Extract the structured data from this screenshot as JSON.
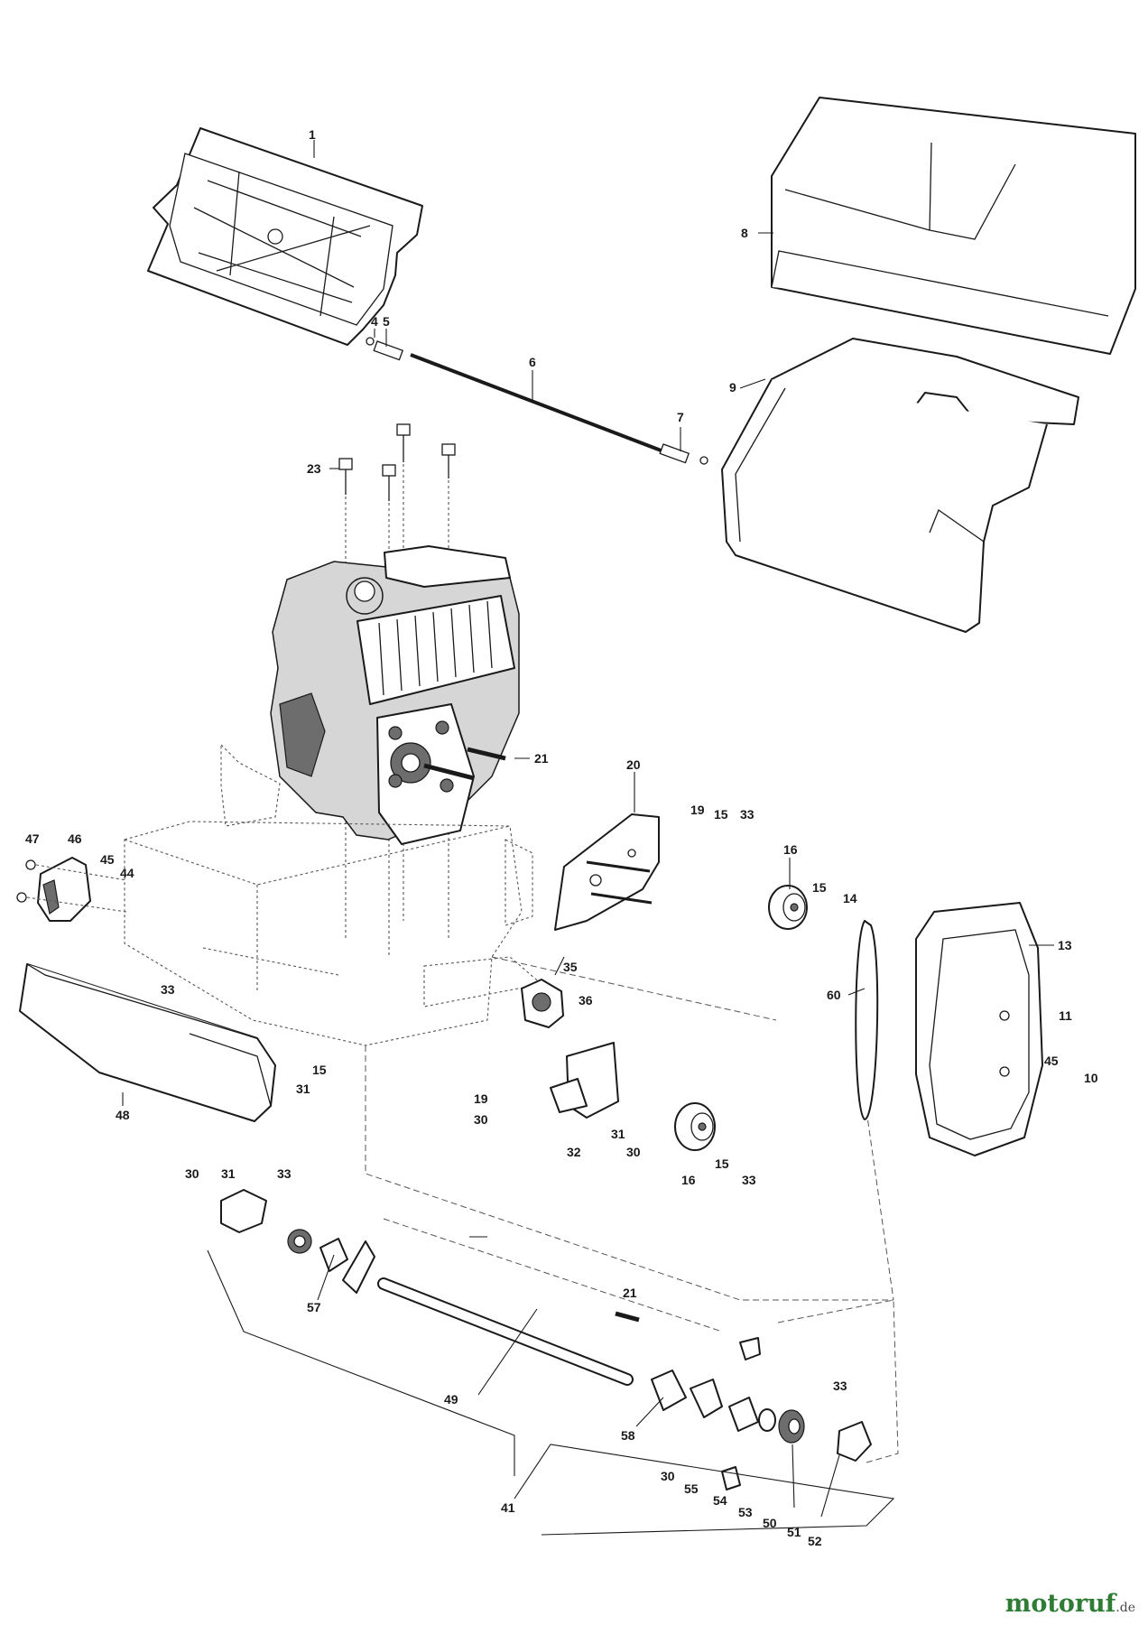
{
  "diagram": {
    "callouts": [
      {
        "id": "c1",
        "text": "1"
      },
      {
        "id": "c4",
        "text": "4"
      },
      {
        "id": "c5",
        "text": "5"
      },
      {
        "id": "c6",
        "text": "6"
      },
      {
        "id": "c7",
        "text": "7"
      },
      {
        "id": "c8",
        "text": "8"
      },
      {
        "id": "c9",
        "text": "9"
      },
      {
        "id": "c23",
        "text": "23"
      },
      {
        "id": "c21a",
        "text": "21"
      },
      {
        "id": "c20",
        "text": "20"
      },
      {
        "id": "c19a",
        "text": "19"
      },
      {
        "id": "c15a",
        "text": "15"
      },
      {
        "id": "c33a",
        "text": "33"
      },
      {
        "id": "c16a",
        "text": "16"
      },
      {
        "id": "c15b",
        "text": "15"
      },
      {
        "id": "c14",
        "text": "14"
      },
      {
        "id": "c13",
        "text": "13"
      },
      {
        "id": "c47",
        "text": "47"
      },
      {
        "id": "c46",
        "text": "46"
      },
      {
        "id": "c45a",
        "text": "45"
      },
      {
        "id": "c44",
        "text": "44"
      },
      {
        "id": "c35",
        "text": "35"
      },
      {
        "id": "c36",
        "text": "36"
      },
      {
        "id": "c60",
        "text": "60"
      },
      {
        "id": "c11",
        "text": "11"
      },
      {
        "id": "c45b",
        "text": "45"
      },
      {
        "id": "c10",
        "text": "10"
      },
      {
        "id": "c33b",
        "text": "33"
      },
      {
        "id": "c15c",
        "text": "15"
      },
      {
        "id": "c31a",
        "text": "31"
      },
      {
        "id": "c48",
        "text": "48"
      },
      {
        "id": "c19b",
        "text": "19"
      },
      {
        "id": "c30a",
        "text": "30"
      },
      {
        "id": "c32",
        "text": "32"
      },
      {
        "id": "c31b",
        "text": "31"
      },
      {
        "id": "c30b",
        "text": "30"
      },
      {
        "id": "c16b",
        "text": "16"
      },
      {
        "id": "c15d",
        "text": "15"
      },
      {
        "id": "c33c",
        "text": "33"
      },
      {
        "id": "c30c",
        "text": "30"
      },
      {
        "id": "c31c",
        "text": "31"
      },
      {
        "id": "c33d",
        "text": "33"
      },
      {
        "id": "c21b",
        "text": "21"
      },
      {
        "id": "c57",
        "text": "57"
      },
      {
        "id": "c49",
        "text": "49"
      },
      {
        "id": "c33e",
        "text": "33"
      },
      {
        "id": "c58",
        "text": "58"
      },
      {
        "id": "c30d",
        "text": "30"
      },
      {
        "id": "c55",
        "text": "55"
      },
      {
        "id": "c54",
        "text": "54"
      },
      {
        "id": "c53",
        "text": "53"
      },
      {
        "id": "c50",
        "text": "50"
      },
      {
        "id": "c51",
        "text": "51"
      },
      {
        "id": "c52",
        "text": "52"
      },
      {
        "id": "c41",
        "text": "41"
      }
    ]
  },
  "watermark": {
    "main": "motoruf",
    "suffix": ".de"
  }
}
